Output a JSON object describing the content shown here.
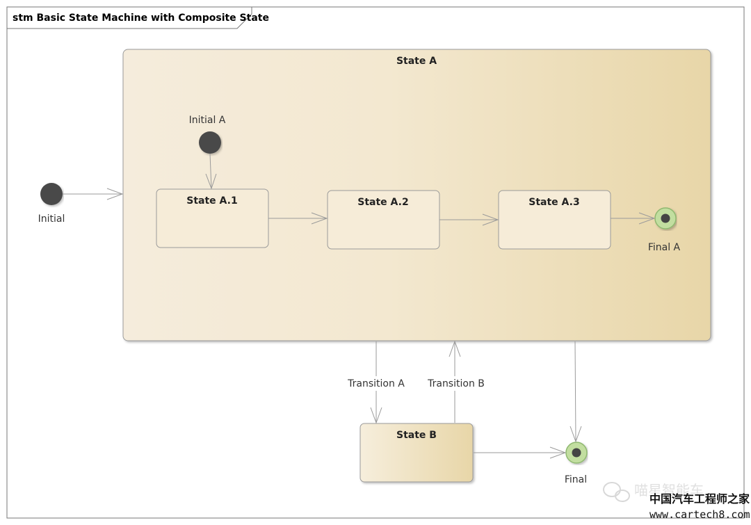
{
  "diagram": {
    "title": "stm Basic State Machine with Composite State",
    "composite_state": {
      "name": "State A"
    },
    "initial": {
      "label": "Initial"
    },
    "initial_a": {
      "label": "Initial A"
    },
    "substates": [
      {
        "label": "State A.1"
      },
      {
        "label": "State A.2"
      },
      {
        "label": "State A.3"
      }
    ],
    "final_a": {
      "label": "Final A"
    },
    "state_b": {
      "label": "State B"
    },
    "final": {
      "label": "Final"
    },
    "transitions": {
      "a": "Transition A",
      "b": "Transition B"
    }
  },
  "watermark": {
    "line1": "喵星智能车",
    "line2": "中国汽车工程师之家",
    "line3": "www.cartech8.com"
  },
  "colors": {
    "initial_node": "#4a4a4a",
    "final_ring": "#c2dea0",
    "final_ring_stroke": "#8fb870",
    "final_dot": "#444444",
    "state_stroke": "#9a9a9a",
    "edge": "#9a9a9a",
    "frame": "#777777"
  }
}
